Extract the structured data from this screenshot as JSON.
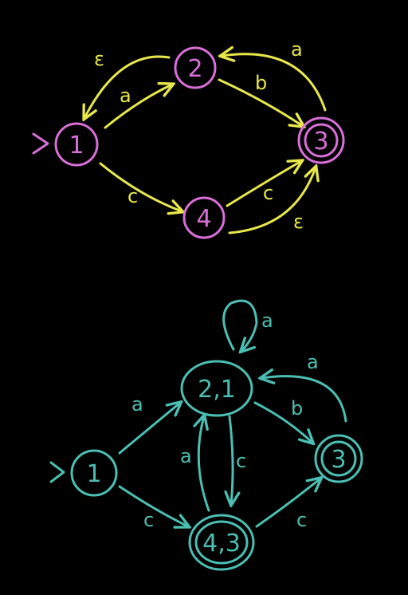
{
  "colors": {
    "background": "#000000",
    "state_nfa": "#d86fd8",
    "edge_nfa": "#e8e84a",
    "dfa": "#4bbfb3"
  },
  "nfa": {
    "states": [
      {
        "label": "1",
        "start": true,
        "accept": false
      },
      {
        "label": "2",
        "start": false,
        "accept": false
      },
      {
        "label": "3",
        "start": false,
        "accept": true
      },
      {
        "label": "4",
        "start": false,
        "accept": false
      }
    ],
    "edges": [
      {
        "from": "1",
        "to": "2",
        "label": "a"
      },
      {
        "from": "2",
        "to": "1",
        "label": "ε"
      },
      {
        "from": "2",
        "to": "3",
        "label": "b"
      },
      {
        "from": "3",
        "to": "2",
        "label": "a"
      },
      {
        "from": "1",
        "to": "4",
        "label": "c"
      },
      {
        "from": "4",
        "to": "3",
        "label": "c"
      },
      {
        "from": "4",
        "to": "3",
        "label": "ε"
      }
    ]
  },
  "dfa": {
    "states": [
      {
        "label": "1",
        "start": true,
        "accept": false
      },
      {
        "label": "2,1",
        "start": false,
        "accept": false
      },
      {
        "label": "3",
        "start": false,
        "accept": true
      },
      {
        "label": "4,3",
        "start": false,
        "accept": true
      }
    ],
    "edges": [
      {
        "from": "2,1",
        "to": "2,1",
        "label": "a"
      },
      {
        "from": "1",
        "to": "2,1",
        "label": "a"
      },
      {
        "from": "1",
        "to": "4,3",
        "label": "c"
      },
      {
        "from": "2,1",
        "to": "3",
        "label": "b"
      },
      {
        "from": "3",
        "to": "2,1",
        "label": "a"
      },
      {
        "from": "2,1",
        "to": "4,3",
        "label": "c"
      },
      {
        "from": "4,3",
        "to": "2,1",
        "label": "a"
      },
      {
        "from": "4,3",
        "to": "3",
        "label": "c"
      }
    ]
  }
}
